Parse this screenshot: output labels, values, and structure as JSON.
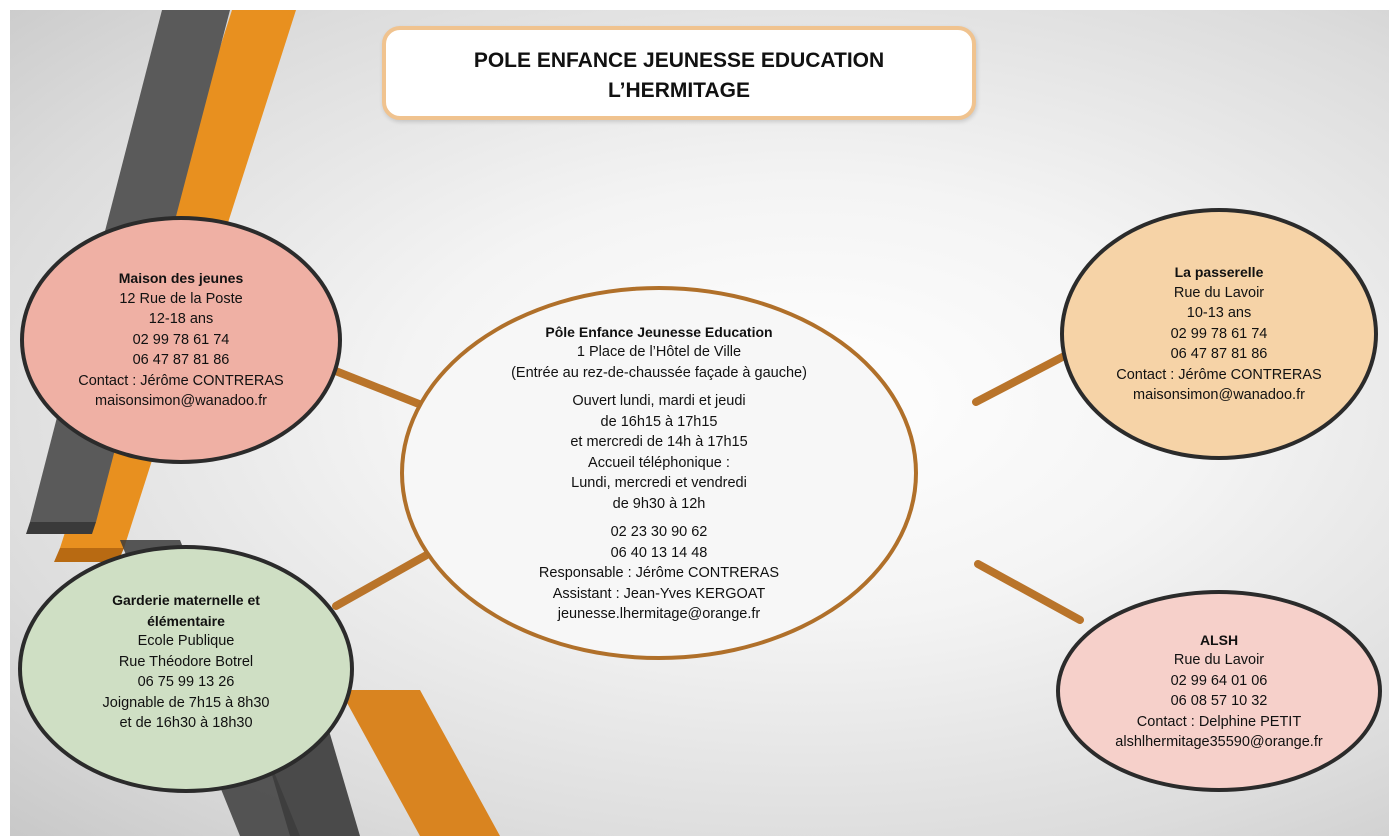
{
  "title": {
    "line1": "POLE ENFANCE JEUNESSE EDUCATION",
    "line2": "L’HERMITAGE"
  },
  "colors": {
    "accent_orange": "#e8901f",
    "connector": "#b9742a",
    "stripe_grey": "#5a5a5a",
    "maison_fill": "#efb0a4",
    "passerelle_fill": "#f6d3a7",
    "garderie_fill": "#cfdfc4",
    "alsh_fill": "#f6d0ca"
  },
  "maison": {
    "name": "Maison des jeunes",
    "address": "12 Rue de la Poste",
    "age": "12-18 ans",
    "phone1": "02 99 78 61 74",
    "phone2": "06 47 87 81 86",
    "contact": "Contact : Jérôme CONTRERAS",
    "email": "maisonsimon@wanadoo.fr"
  },
  "passerelle": {
    "name": "La passerelle",
    "address": "Rue du Lavoir",
    "age": "10-13 ans",
    "phone1": "02 99 78 61 74",
    "phone2": "06 47 87 81 86",
    "contact": "Contact : Jérôme CONTRERAS",
    "email": "maisonsimon@wanadoo.fr"
  },
  "centre": {
    "name": "Pôle Enfance Jeunesse Education",
    "address": "1 Place de l’Hôtel de Ville",
    "entry": "(Entrée au rez-de-chaussée façade à gauche)",
    "hours1": "Ouvert lundi, mardi et jeudi",
    "hours2": "de 16h15 à 17h15",
    "hours3": "et mercredi de 14h à 17h15",
    "phone_label": "Accueil téléphonique :",
    "phone_days": "Lundi, mercredi et vendredi",
    "phone_hours": "de 9h30 à 12h",
    "phone1": "02 23 30 90 62",
    "phone2": "06 40 13 14 48",
    "responsable": "Responsable : Jérôme CONTRERAS",
    "assistant": "Assistant : Jean-Yves KERGOAT",
    "email": "jeunesse.lhermitage@orange.fr"
  },
  "garderie": {
    "name1": "Garderie maternelle et",
    "name2": "élémentaire",
    "school": "Ecole Publique",
    "address": "Rue Théodore Botrel",
    "phone": "06 75 99 13 26",
    "hours1": "Joignable de 7h15 à 8h30",
    "hours2": "et de 16h30 à 18h30"
  },
  "alsh": {
    "name": "ALSH",
    "address": "Rue du Lavoir",
    "phone1": "02 99 64 01 06",
    "phone2": "06 08 57 10 32",
    "contact": "Contact : Delphine PETIT",
    "email": "alshlhermitage35590@orange.fr"
  }
}
